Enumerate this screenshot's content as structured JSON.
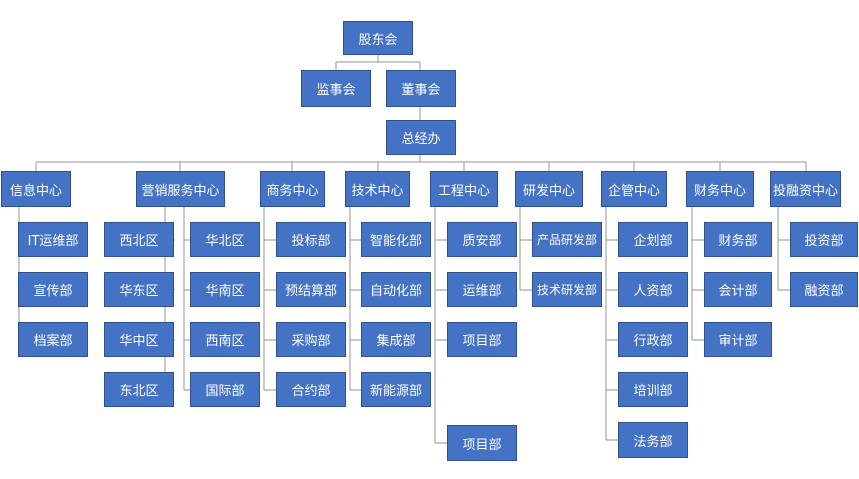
{
  "org_chart": {
    "root": "股东会",
    "supervisory_board": "监事会",
    "board_of_directors": "董事会",
    "general_office": "总经办",
    "centers": [
      {
        "label": "信息中心",
        "departments": [
          "IT运维部",
          "宣传部",
          "档案部"
        ]
      },
      {
        "label": "营销服务中心",
        "regions_left": [
          "西北区",
          "华东区",
          "华中区",
          "东北区"
        ],
        "regions_right": [
          "华北区",
          "华南区",
          "西南区",
          "国际部"
        ]
      },
      {
        "label": "商务中心",
        "departments": [
          "投标部",
          "预结算部",
          "采购部",
          "合约部"
        ]
      },
      {
        "label": "技术中心",
        "departments": [
          "智能化部",
          "自动化部",
          "集成部",
          "新能源部"
        ]
      },
      {
        "label": "工程中心",
        "departments": [
          "质安部",
          "运维部",
          "项目部",
          "项目部"
        ]
      },
      {
        "label": "研发中心",
        "departments": [
          "产品研发部",
          "技术研发部"
        ]
      },
      {
        "label": "企管中心",
        "departments": [
          "企划部",
          "人资部",
          "行政部",
          "培训部",
          "法务部"
        ]
      },
      {
        "label": "财务中心",
        "departments": [
          "财务部",
          "会计部",
          "审计部"
        ]
      },
      {
        "label": "投融资中心",
        "departments": [
          "投资部",
          "融资部"
        ]
      }
    ]
  },
  "colors": {
    "box_fill": "#4472C4",
    "box_border": "#2F528F",
    "connector": "#A6A6A6",
    "text": "#FFFFFF"
  }
}
